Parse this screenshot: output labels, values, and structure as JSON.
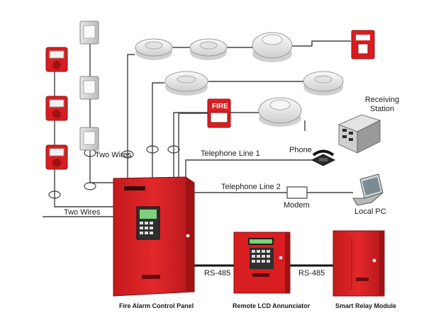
{
  "labels": {
    "two_wires_upper": "Two Wires",
    "two_wires_lower": "Two Wires",
    "telephone_line_1": "Telephone Line 1",
    "telephone_line_2": "Telephone Line 2",
    "phone": "Phone",
    "receiving_station": "Receiving Station",
    "modem": "Modem",
    "local_pc": "Local PC",
    "rs485_left": "RS-485",
    "rs485_right": "RS-485",
    "fire_sign": "FIRE",
    "fire_alarm_control_panel": "Fire Alarm Control Panel",
    "remote_lcd_annunciator": "Remote LCD Annunciator",
    "smart_relay_module": "Smart Relay Module"
  },
  "colors": {
    "device_red": "#d81e20",
    "dark_red": "#9e1214",
    "wire": "#404040",
    "bus": "#111111",
    "detector": "#efefef"
  },
  "icons": [
    "horn-strobe-icon",
    "wall-speaker-icon",
    "smoke-detector-icon",
    "manual-pull-station-icon",
    "telephone-icon",
    "server-icon",
    "laptop-icon"
  ]
}
